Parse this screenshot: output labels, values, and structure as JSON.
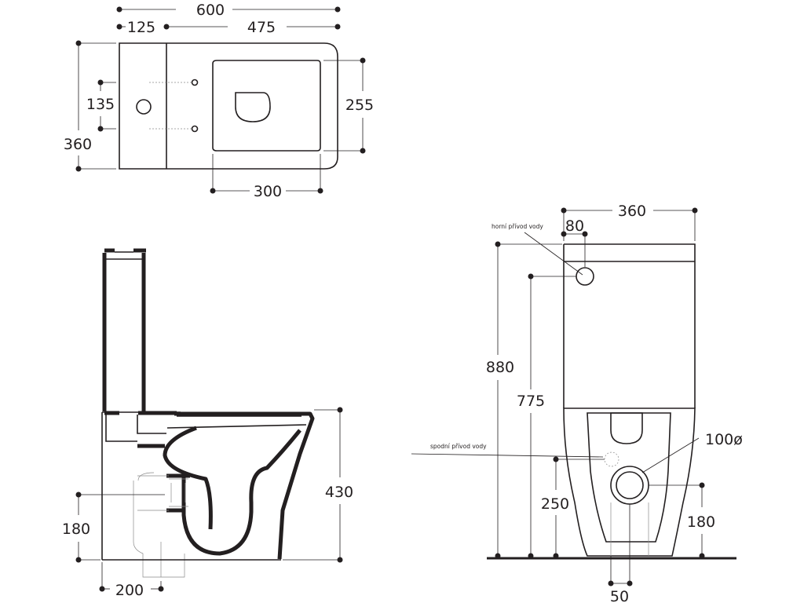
{
  "top_view": {
    "dim_total_width": "600",
    "dim_tank_depth": "125",
    "dim_bowl_length": "475",
    "dim_inlet_spacing": "135",
    "dim_total_depth": "360",
    "dim_seat_width": "255",
    "dim_seat_length": "300"
  },
  "side_view": {
    "dim_seat_height": "430",
    "dim_outlet_height": "180",
    "dim_outlet_offset": "200"
  },
  "front_view": {
    "dim_width": "360",
    "dim_top_inlet_offset": "80",
    "label_top_inlet": "horní přívod vody",
    "dim_total_height": "880",
    "dim_top_inlet_height": "775",
    "label_bottom_inlet": "spodní přívod vody",
    "dim_outlet_diameter": "100ø",
    "dim_bottom_inlet_height": "250",
    "dim_outlet_height": "180",
    "dim_outlet_shift": "50"
  }
}
